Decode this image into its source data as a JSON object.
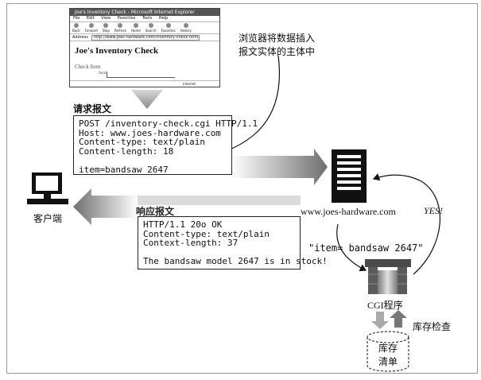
{
  "browser": {
    "title": "Joe's Inventory Check - Microsoft Internet Explorer",
    "menu": [
      "File",
      "Edit",
      "View",
      "Favorites",
      "Tools",
      "Help"
    ],
    "toolbar": [
      "Back",
      "Forward",
      "Stop",
      "Refresh",
      "Home",
      "Search",
      "Favorites",
      "History"
    ],
    "address_label": "Address",
    "address_url": "http://www.joes-hardware.com/inventory-check.html",
    "page_title": "Joe's Inventory Check",
    "check_label": "Check Item",
    "item_label": "Item:",
    "status_text": "Internet"
  },
  "request": {
    "label": "请求报文",
    "lines": [
      "POST /inventory-check.cgi HTTP/1.1",
      "Host: www.joes-hardware.com",
      "Content-type: text/plain",
      "Content-length: 18",
      "",
      "item=bandsaw 2647"
    ]
  },
  "response": {
    "label": "响应报文",
    "lines": [
      "HTTP/1.1 20o OK",
      "Content-type: text/plain",
      "Context-length: 37",
      "",
      "The bandsaw model 2647 is in stock!"
    ]
  },
  "annotation_note": "浏览器将数据插入\n报文实体的主体中",
  "client_label": "客户端",
  "server_label": "www.joes-hardware.com",
  "cgi_param": "\"item= bandsaw 2647\"",
  "yes_label": "YES!",
  "cgi_label": "CGI程序",
  "inventory_check_label": "库存检查",
  "inventory_db_label": "库存\n清单"
}
